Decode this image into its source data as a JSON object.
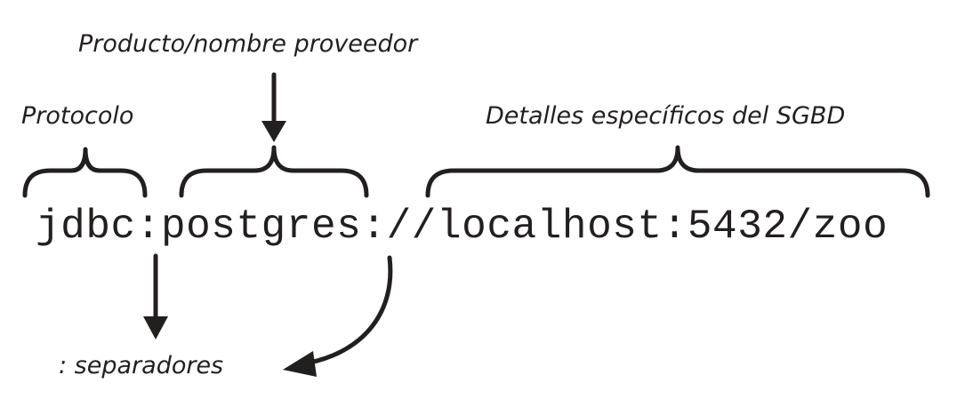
{
  "labels": {
    "product": "Producto/nombre proveedor",
    "protocol": "Protocolo",
    "details": "Detalles específicos del SGBD",
    "separators": ": separadores"
  },
  "url": {
    "protocol": "jdbc",
    "sep1": ":",
    "product": "postgres",
    "sep2": ":",
    "details": "//localhost:5432/zoo"
  },
  "colors": {
    "ink": "#231f1e",
    "background": "#ffffff"
  }
}
